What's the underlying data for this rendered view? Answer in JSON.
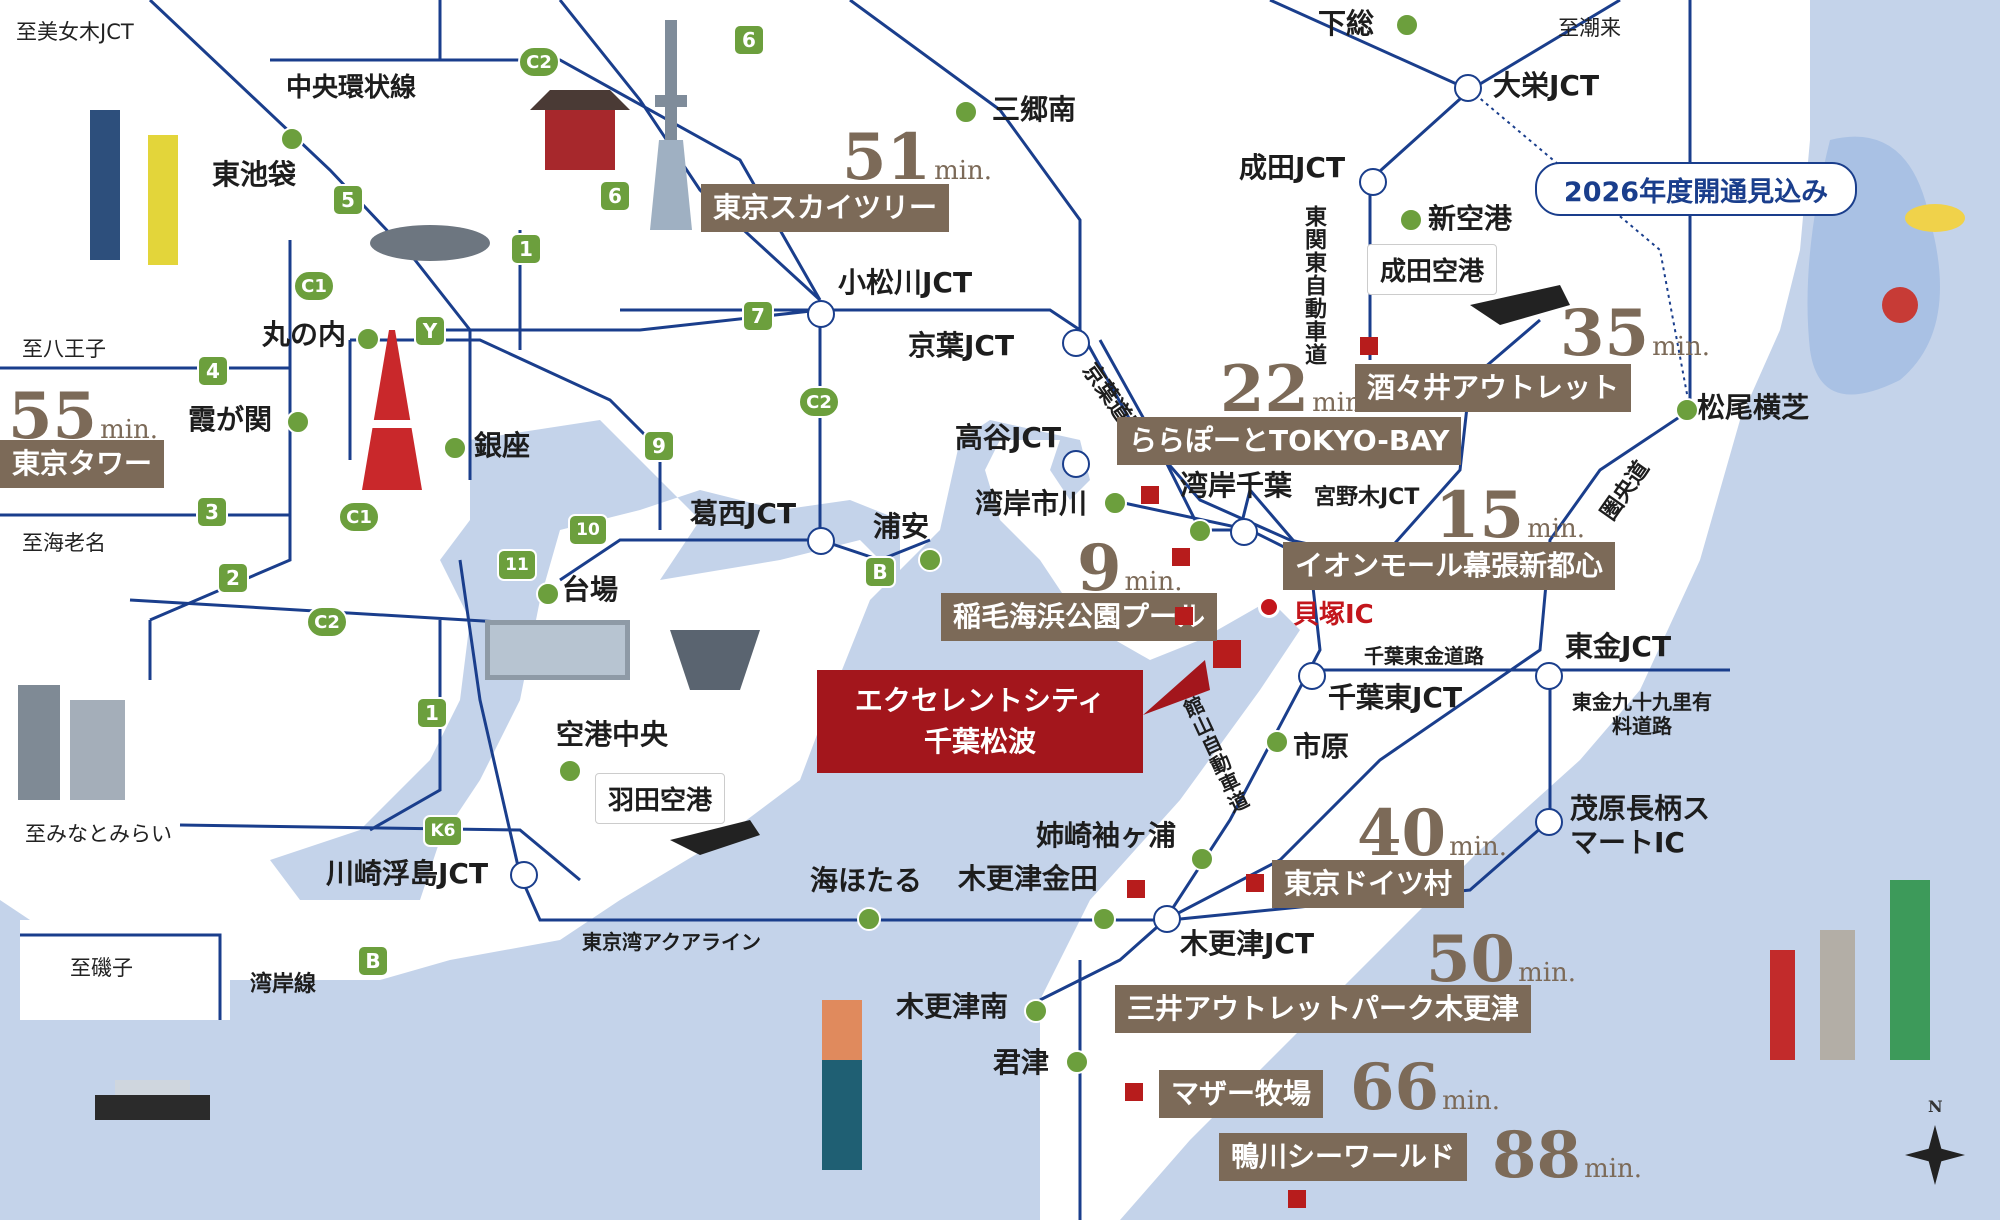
{
  "colors": {
    "sea": "#c4d3ea",
    "road": "#1a3e8c",
    "stop": "#6c9f3d",
    "brown_box": "#7c6a58",
    "property_red": "#a3161c",
    "poi_red": "#b71c1c"
  },
  "time_unit": "min.",
  "property": {
    "line1": "エクセレントシティ",
    "line2": "千葉松波"
  },
  "opening_note": "2026年度開通見込み",
  "destinations": {
    "shibuya_direction": "至美女木JCT",
    "hachioji": "至八王子",
    "ebina": "至海老名",
    "minatomirai": "至みなとみらい",
    "isogo": "至磯子",
    "choshi": "至潮来"
  },
  "places": {
    "chuo_kanjo": "中央環状線",
    "higashi_ikebukuro": "東池袋",
    "marunouchi": "丸の内",
    "kasumigaseki": "霞が関",
    "ginza": "銀座",
    "daiba": "台場",
    "kuko_chuo": "空港中央",
    "kawasaki_ukishima": "川崎浮島JCT",
    "wangan_sen": "湾岸線",
    "aqualine": "東京湾アクアライン",
    "umihotaru": "海ほたる",
    "kisarazu_kaneda": "木更津金田",
    "kisarazu_jct": "木更津JCT",
    "kisarazu_minami": "木更津南",
    "kimitsu": "君津",
    "anegasaki": "姉崎袖ヶ浦",
    "ichihara": "市原",
    "tateyama_road": "館山自動車道",
    "chiba_higashi": "千葉東JCT",
    "chiba_togane_road": "千葉東金道路",
    "kaizuka": "貝塚IC",
    "togane_jct": "東金JCT",
    "togane_kujukuri": "東金九十九里有料道路",
    "mobara": "茂原長柄スマートIC",
    "kenodo": "圏央道",
    "matsuo": "松尾横芝",
    "shimofusa": "下総",
    "taiei": "大栄JCT",
    "narita_jct": "成田JCT",
    "shin_kuko": "新空港",
    "higashi_kanto": "東関東自動車道",
    "keiyo_road": "京葉道路",
    "wangan_chiba": "湾岸千葉",
    "miyanogi": "宮野木JCT",
    "wangan_ichikawa": "湾岸市川",
    "takaya": "高谷JCT",
    "keiyo_jct": "京葉JCT",
    "komatsugawa": "小松川JCT",
    "kasai": "葛西JCT",
    "urayasu": "浦安",
    "misato": "三郷南"
  },
  "airports": {
    "haneda": "羽田空港",
    "narita": "成田空港"
  },
  "attractions": [
    {
      "key": "skytree",
      "name": "東京スカイツリー",
      "minutes": "51"
    },
    {
      "key": "tokyo_tower",
      "name": "東京タワー",
      "minutes": "55"
    },
    {
      "key": "sakai",
      "name": "酒々井アウトレット",
      "minutes": "35"
    },
    {
      "key": "lalaport",
      "name": "ららぽーとTOKYO-BAY",
      "minutes": "22"
    },
    {
      "key": "aeon",
      "name": "イオンモール幕張新都心",
      "minutes": "15"
    },
    {
      "key": "inage",
      "name": "稲毛海浜公園プール",
      "minutes": "9"
    },
    {
      "key": "german",
      "name": "東京ドイツ村",
      "minutes": "40"
    },
    {
      "key": "mitsui",
      "name": "三井アウトレットパーク木更津",
      "minutes": "50"
    },
    {
      "key": "mother",
      "name": "マザー牧場",
      "minutes": "66"
    },
    {
      "key": "kamogawa",
      "name": "鴨川シーワールド",
      "minutes": "88"
    }
  ],
  "route_shields": [
    "C2",
    "6",
    "6",
    "5",
    "1",
    "C1",
    "Y",
    "4",
    "3",
    "C1",
    "2",
    "C2",
    "7",
    "C2",
    "9",
    "10",
    "11",
    "B",
    "1",
    "K6",
    "B"
  ],
  "compass": "N"
}
